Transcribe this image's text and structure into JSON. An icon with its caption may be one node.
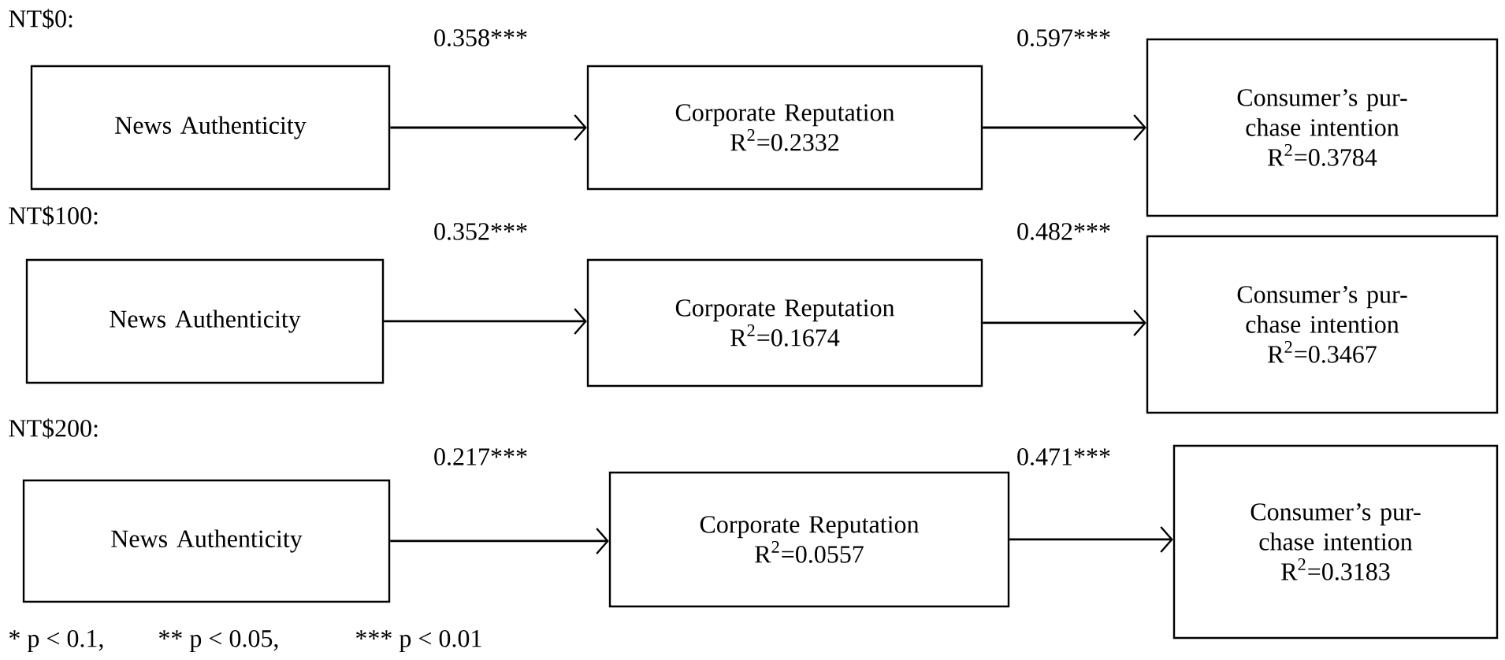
{
  "diagram": {
    "nodes": [
      {
        "text": [
          "News Authenticity"
        ]
      },
      {
        "text": [
          "Corporate Reputation",
          "R$^{2}$=0.2332"
        ]
      },
      {
        "text": [
          "Consumer’s pur- chase intention",
          "R$^{2}$=0.3784"
        ]
      },
      {
        "text": [
          "News Authenticity"
        ]
      },
      {
        "text": [
          "Corporate Reputation",
          "R$^{2}$=0.1674"
        ]
      },
      {
        "text": [
          "Consumer’s pur- chase intention",
          "R$^{2}$=0.3467"
        ]
      },
      {
        "text": [
          "News Authenticity"
        ]
      },
      {
        "text": [
          "Corporate Reputation",
          "R$^{2}$=0.0557"
        ]
      },
      {
        "text": [
          "Consumer’s pur- chase intention",
          "R$^{2}$=0.3183"
        ]
      }
    ],
    "edges": [
      {
        "from": 0,
        "to": 1,
        "arrow": "to",
        "label": "0.358***"
      },
      {
        "from": 1,
        "to": 2,
        "arrow": "to",
        "label": "0.597***"
      },
      {
        "from": 3,
        "to": 4,
        "arrow": "to",
        "label": "0.352***"
      },
      {
        "from": 4,
        "to": 5,
        "arrow": "to",
        "label": "0.482***"
      },
      {
        "from": 6,
        "to": 7,
        "arrow": "to",
        "label": "0.217***"
      },
      {
        "from": 7,
        "to": 8,
        "arrow": "to",
        "label": "0.471***"
      }
    ],
    "labels": [
      "NT$0:",
      "NT$100:",
      "NT$200:",
      "* p < 0.1,",
      "** p < 0.05,",
      "*** p < 0.01"
    ]
  }
}
